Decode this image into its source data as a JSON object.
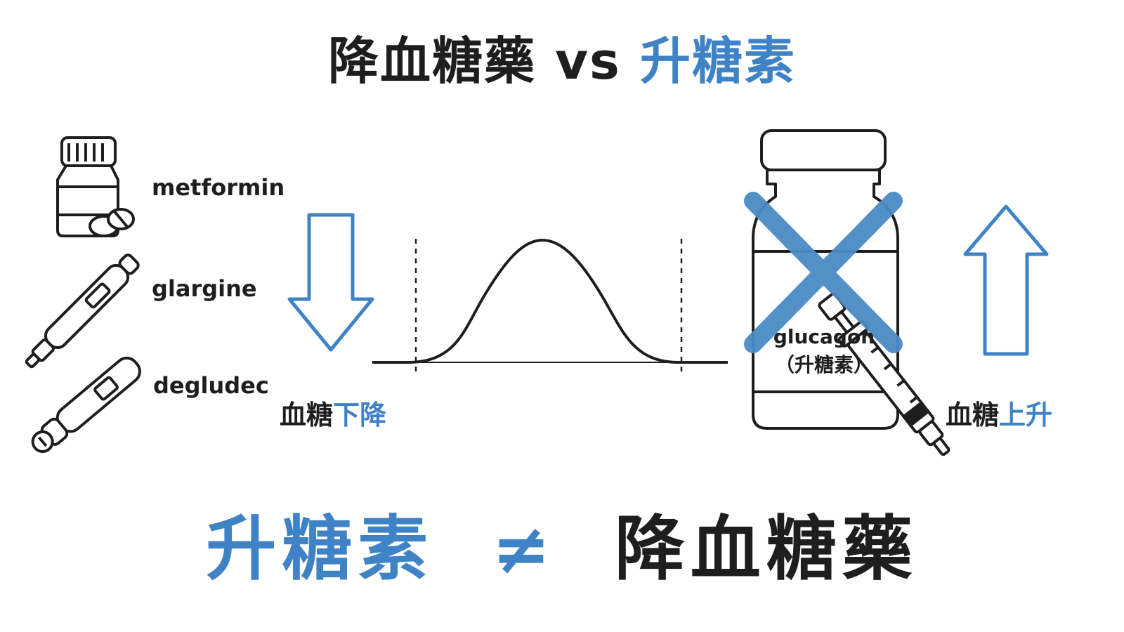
{
  "title": {
    "left": "降血糖藥",
    "vs": "vs",
    "right": "升糖素"
  },
  "drugs": [
    {
      "name": "metformin",
      "icon": "pill-bottle-icon"
    },
    {
      "name": "glargine",
      "icon": "insulin-pen-icon"
    },
    {
      "name": "degludec",
      "icon": "insulin-pen-icon"
    }
  ],
  "lower_label": {
    "black": "血糖",
    "blue": "下降"
  },
  "raise_label": {
    "black": "血糖",
    "blue": "上升"
  },
  "glucagon": {
    "name": "glucagon",
    "subtitle": "（升糖素）"
  },
  "footer": {
    "left": "升糖素",
    "symbol": "≠",
    "right": "降血糖藥"
  },
  "colors": {
    "accent": "#3f83c6",
    "ink": "#1e1e1e"
  }
}
